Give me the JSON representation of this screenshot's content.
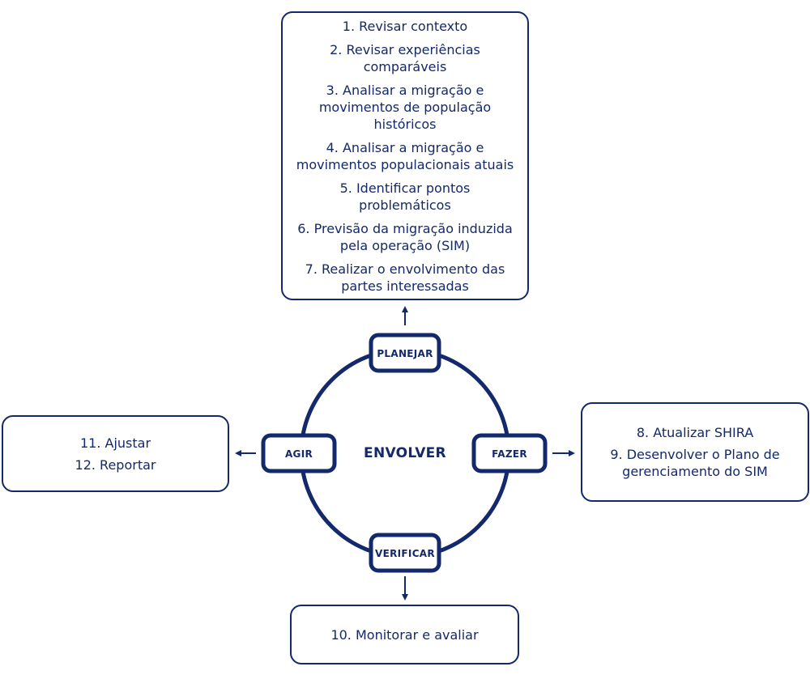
{
  "center": "ENVOLVER",
  "phases": {
    "plan": "PLANEJAR",
    "do": "FAZER",
    "check": "VERIFICAR",
    "act": "AGIR"
  },
  "boxes": {
    "plan": [
      "1. Revisar contexto",
      "2. Revisar experiências\ncomparáveis",
      "3. Analisar a migração e\nmovimentos de população\nhistóricos",
      "4. Analisar a migração e\nmovimentos populacionais atuais",
      "5. Identificar pontos\nproblemáticos",
      "6. Previsão da migração induzida\npela operação (SIM)",
      "7. Realizar o envolvimento das\npartes interessadas"
    ],
    "do": [
      "8. Atualizar SHIRA",
      "9. Desenvolver o Plano de\ngerenciamento do SIM"
    ],
    "check": [
      "10. Monitorar e avaliar"
    ],
    "act": [
      "11. Ajustar",
      "12. Reportar"
    ]
  },
  "colors": {
    "primary": "#13296b"
  }
}
